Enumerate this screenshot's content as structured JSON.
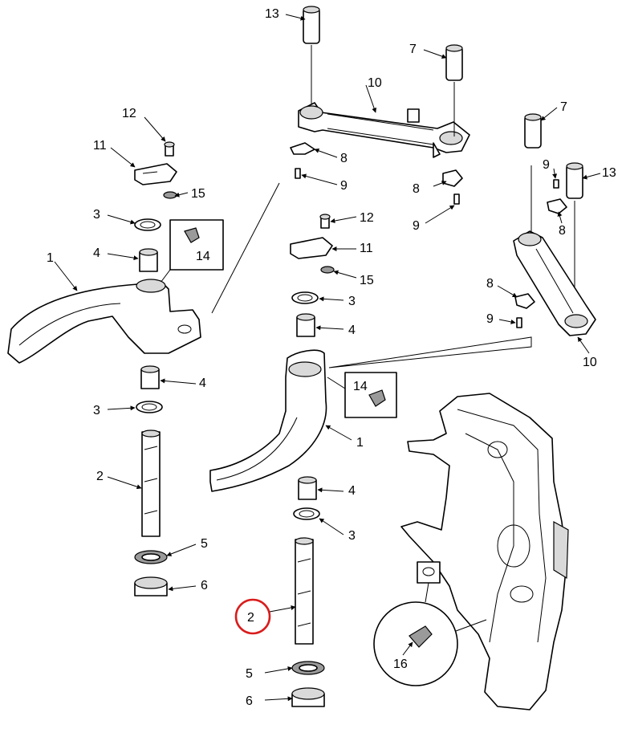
{
  "diagram": {
    "highlight_color": "#d91c1c",
    "callouts": {
      "c13a": "13",
      "c7a": "7",
      "c10a": "10",
      "c8a": "8",
      "c9a": "9",
      "c12a": "12",
      "c11a": "11",
      "c15a": "15",
      "c3a": "3",
      "c4a": "4",
      "c14a": "14",
      "c1a": "1",
      "c4b": "4",
      "c3b": "3",
      "c2a": "2",
      "c5a": "5",
      "c6a": "6",
      "c8b": "8",
      "c9b": "9",
      "c12b": "12",
      "c11b": "11",
      "c15b": "15",
      "c3c": "3",
      "c4c": "4",
      "c14b": "14",
      "c1b": "1",
      "c4d": "4",
      "c3d": "3",
      "c2b": "2",
      "c5b": "5",
      "c6b": "6",
      "c7b": "7",
      "c9c": "9",
      "c13b": "13",
      "c8c": "8",
      "c8d": "8",
      "c9d": "9",
      "c10b": "10",
      "c16": "16"
    }
  }
}
